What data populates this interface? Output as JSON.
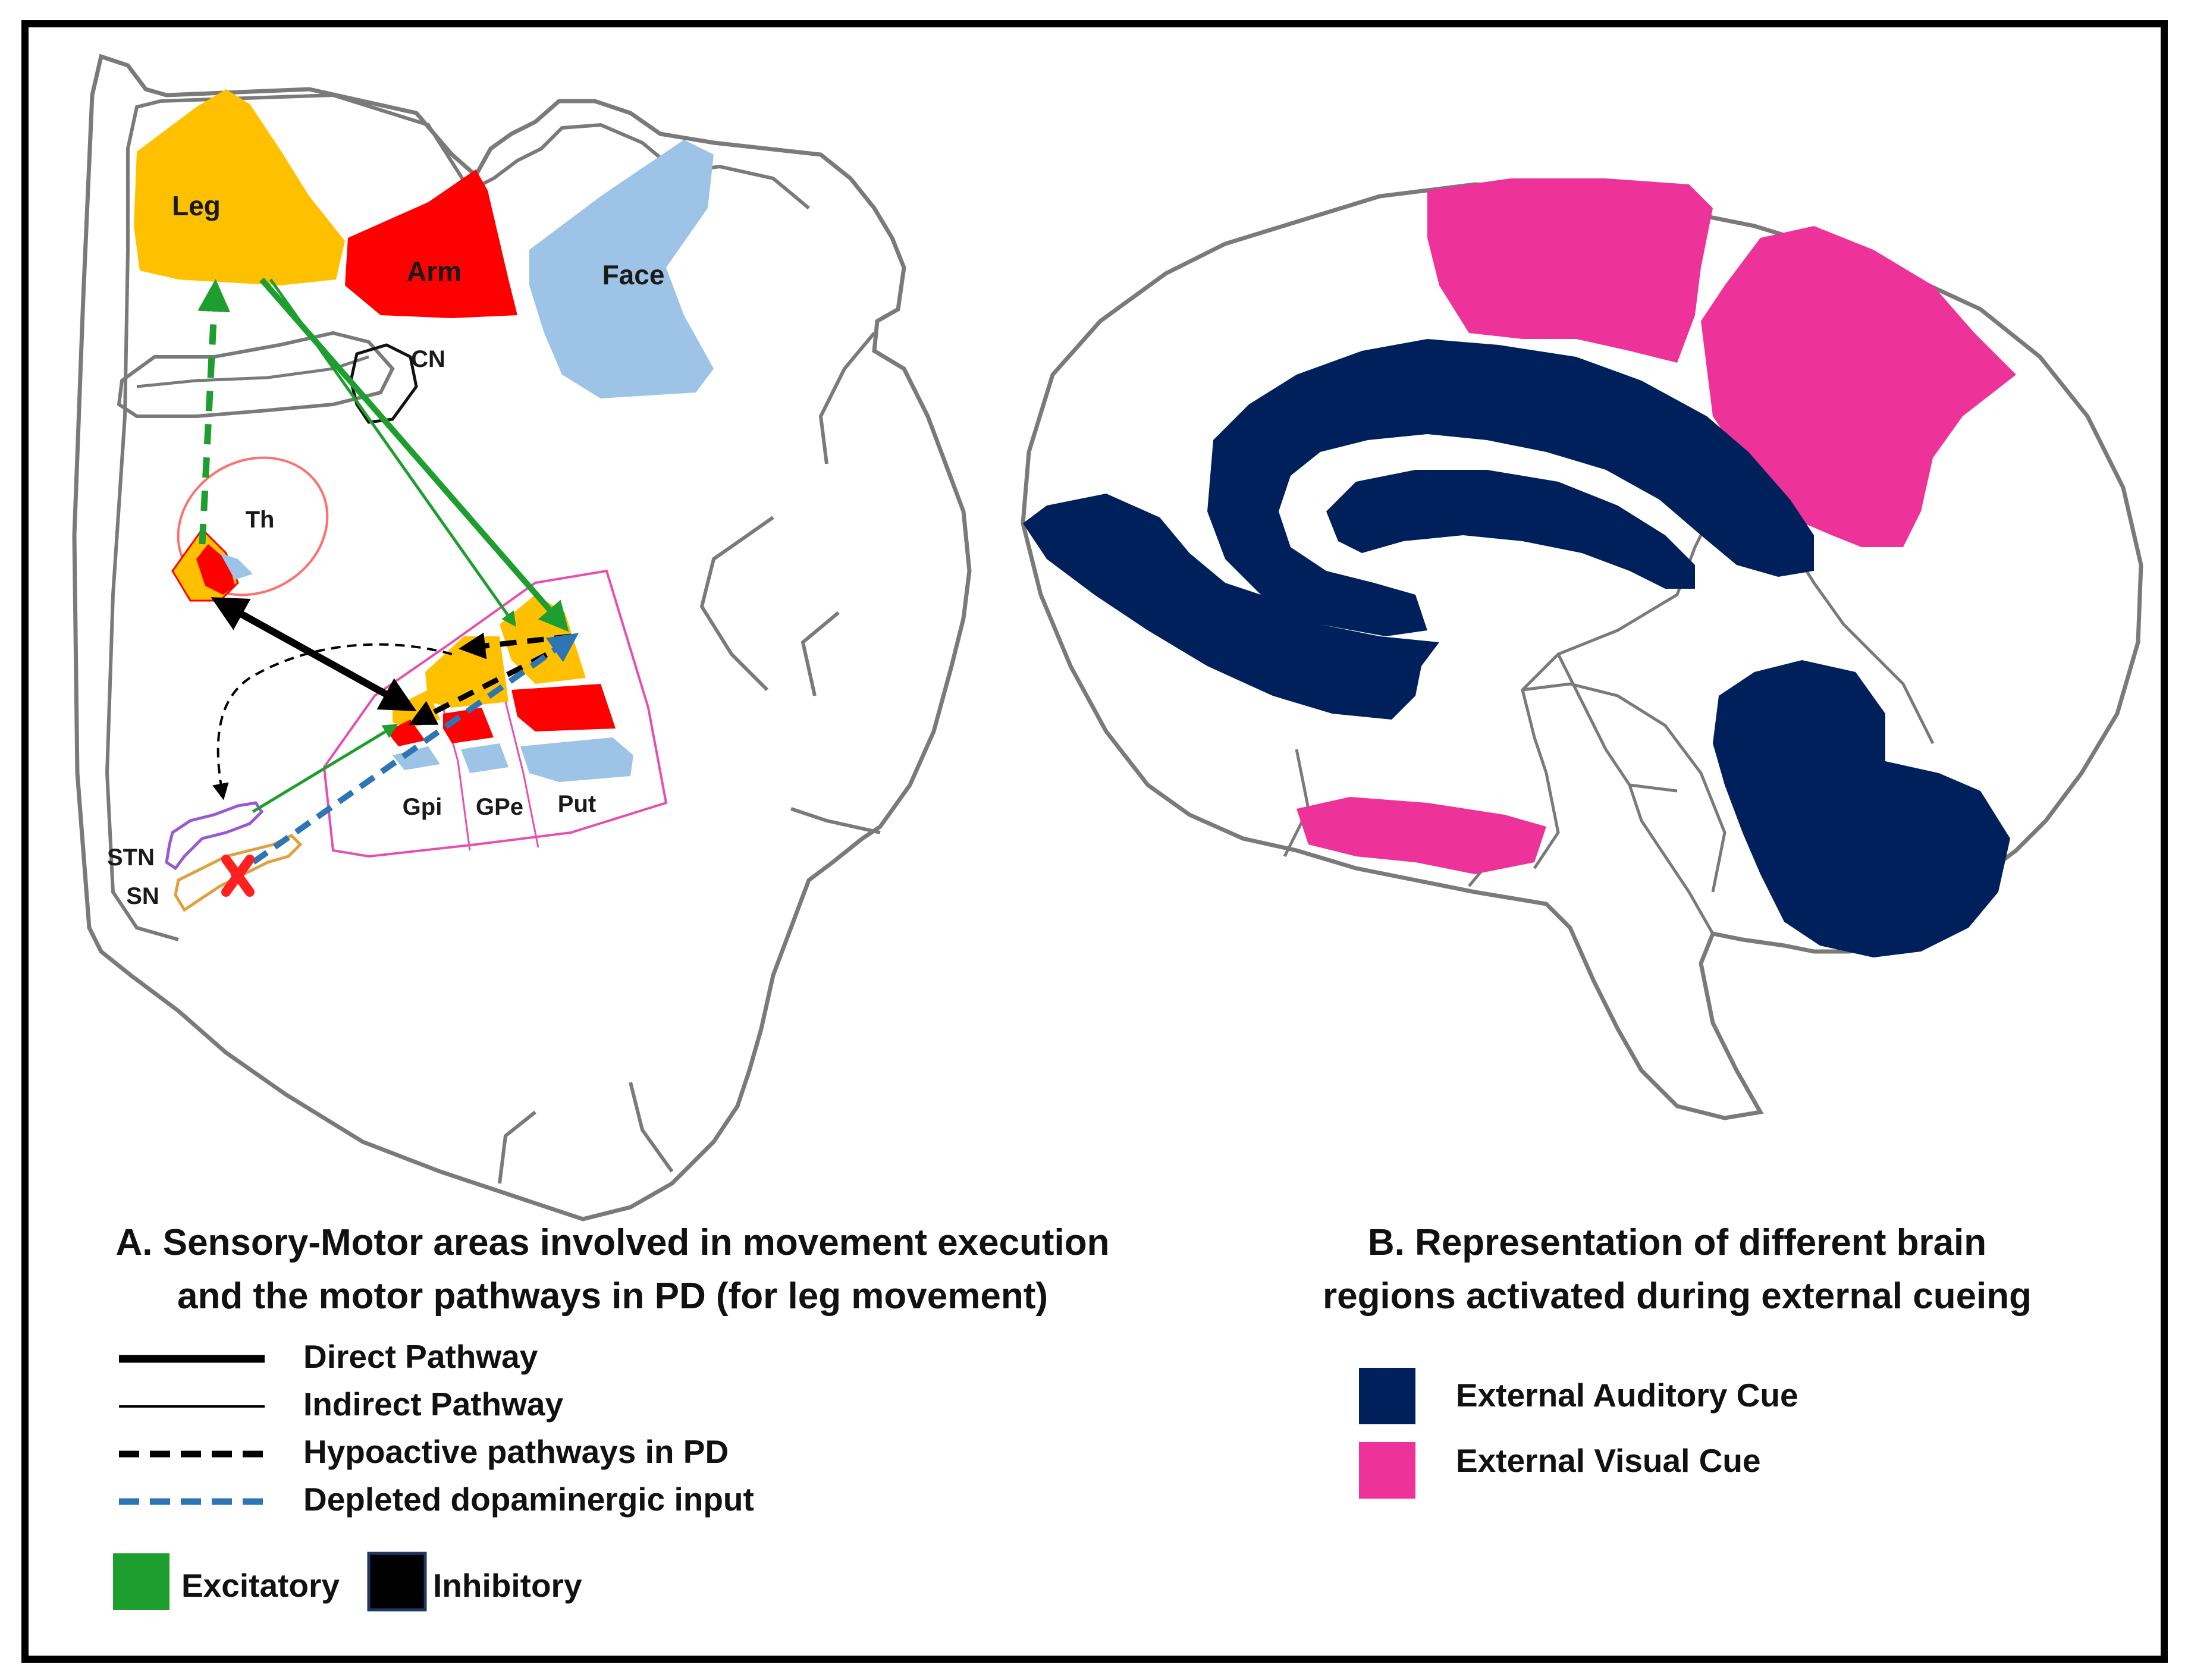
{
  "panel_a": {
    "labels": {
      "leg": "Leg",
      "arm": "Arm",
      "face": "Face",
      "cn": "CN",
      "th": "Th",
      "gpi": "Gpi",
      "gpe": "GPe",
      "put": "Put",
      "stn": "STN",
      "sn": "SN"
    },
    "caption_line1": "A. Sensory-Motor areas  involved in movement execution",
    "caption_line2": "and the motor pathways in PD (for leg movement)",
    "legend": {
      "direct": "Direct Pathway",
      "indirect": "Indirect Pathway",
      "hypoactive": "Hypoactive pathways in PD",
      "depleted": "Depleted dopaminergic input",
      "excitatory": "Excitatory",
      "inhibitory": "Inhibitory"
    }
  },
  "panel_b": {
    "caption_line1": "B. Representation of different brain",
    "caption_line2": "regions activated during external cueing",
    "legend": {
      "auditory": "External Auditory Cue",
      "visual": "External Visual Cue"
    }
  },
  "colors": {
    "leg": "#ffc000",
    "arm": "#ff0000",
    "face": "#9dc3e6",
    "auditory": "#00205b",
    "visual": "#ed3399",
    "excitatory": "#1e9e2e",
    "inhibitory": "#000000",
    "depleted": "#2e75b6",
    "outline": "#7a7a7a"
  },
  "icons": {
    "lesion_marker": "red-x-icon"
  }
}
